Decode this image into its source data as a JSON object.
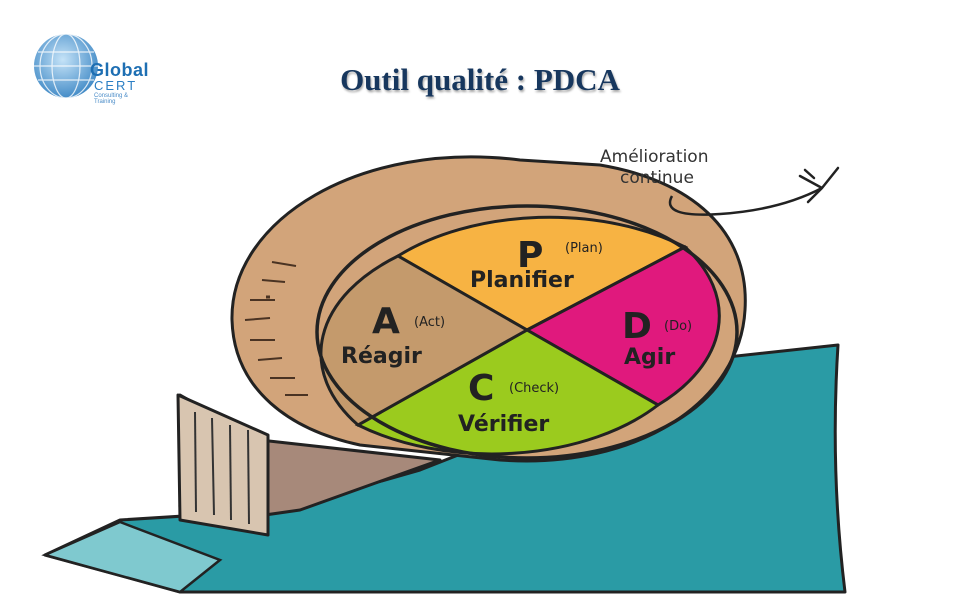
{
  "title": "Outil qualité : PDCA",
  "logo": {
    "line1": "Global",
    "line2": "CERT",
    "line3": "Consulting & Training"
  },
  "annotation": {
    "line1": "Amélioration",
    "line2": "continue"
  },
  "segments": {
    "plan": {
      "letter": "P",
      "code": "(Plan)",
      "word": "Planifier",
      "color": "#F7B343"
    },
    "do": {
      "letter": "D",
      "code": "(Do)",
      "word": "Agir",
      "color": "#E0197D"
    },
    "check": {
      "letter": "C",
      "code": "(Check)",
      "word": "Vérifier",
      "color": "#9BCB1E"
    },
    "act": {
      "letter": "A",
      "code": "(Act)",
      "word": "Réagir",
      "color": "#C49A6C"
    }
  },
  "colors": {
    "ramp": "#2A9BA5",
    "wedge": "#A7897A",
    "wheel": "#D2A47A",
    "title": "#17375E"
  }
}
